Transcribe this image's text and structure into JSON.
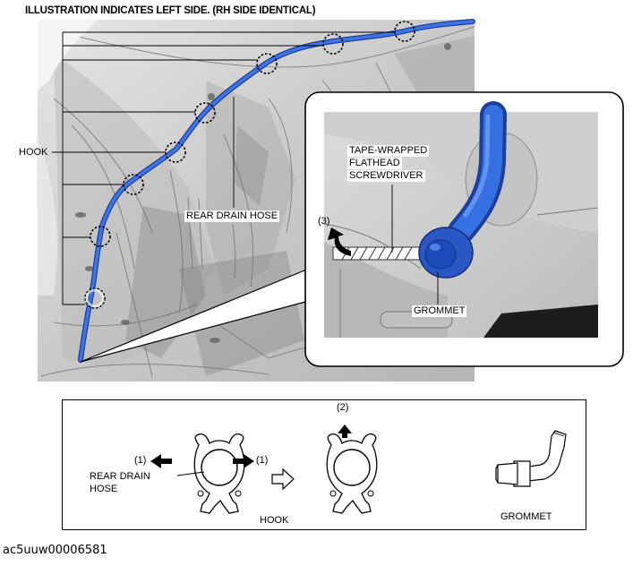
{
  "header": {
    "title": "ILLUSTRATION INDICATES LEFT SIDE. (RH SIDE IDENTICAL)"
  },
  "labels": {
    "hook": "HOOK",
    "rear_drain_hose": "REAR DRAIN HOSE",
    "tape_wrapped": "TAPE-WRAPPED",
    "flathead": "FLATHEAD",
    "screwdriver": "SCREWDRIVER",
    "step_3": "(3)",
    "grommet": "GROMMET"
  },
  "bottom_panel": {
    "step_1_left": "(1)",
    "step_1_right": "(1)",
    "step_2": "(2)",
    "rear_drain_line1": "REAR DRAIN",
    "rear_drain_line2": "HOSE",
    "hook_caption": "HOOK",
    "grommet_caption": "GROMMET"
  },
  "footer": {
    "code": "ac5uuw00006581"
  },
  "colors": {
    "hose_blue": "#2d5fd0",
    "hose_dark": "#1d3f9a",
    "metal": "#d2d2d2",
    "metal_dark": "#8a8a8a"
  },
  "icons": [
    "hook-clip-icon",
    "arrow-right-outline-icon",
    "grommet-icon",
    "pull-arrow-icon",
    "curved-arrow-icon"
  ]
}
